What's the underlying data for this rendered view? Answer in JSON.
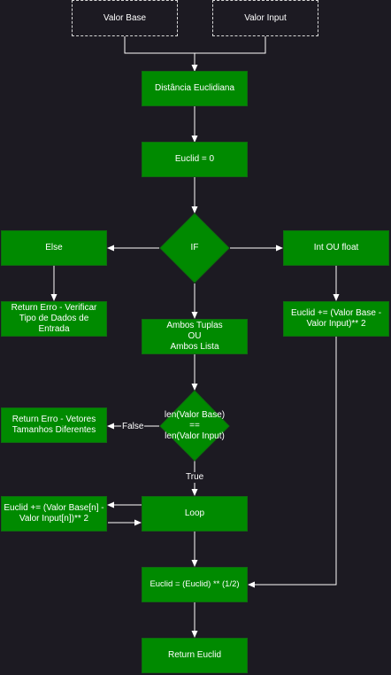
{
  "colors": {
    "background": "#1c1a22",
    "node_fill": "#008a00",
    "node_border": "#0f6b0f",
    "connector": "#ffffff",
    "text": "#ffffff"
  },
  "inputs": {
    "base": "Valor Base",
    "input": "Valor Input"
  },
  "nodes": {
    "euclidean": "Distância Euclidiana",
    "init": "Euclid = 0",
    "if": "IF",
    "else": "Else",
    "int_float": "Int OU float",
    "return_error_type": "Return Erro - Verificar Tipo de Dados de Entrada",
    "both_tuples": "Ambos Tuplas\nOU\nAmbos Lista",
    "scalar_update": "Euclid +=  (Valor Base - Valor Input)** 2",
    "len_check": "len(Valor Base)\n==\nlen(Valor Input)",
    "return_error_size": "Return Erro - Vetores Tamanhos Diferentes",
    "loop": "Loop",
    "vector_update": "Euclid +=  (Valor Base[n] - Valor Input[n])** 2",
    "sqrt": "Euclid = (Euclid) ** (1/2)",
    "return": "Return Euclid"
  },
  "edges": {
    "false_label": "False",
    "true_label": "True"
  }
}
